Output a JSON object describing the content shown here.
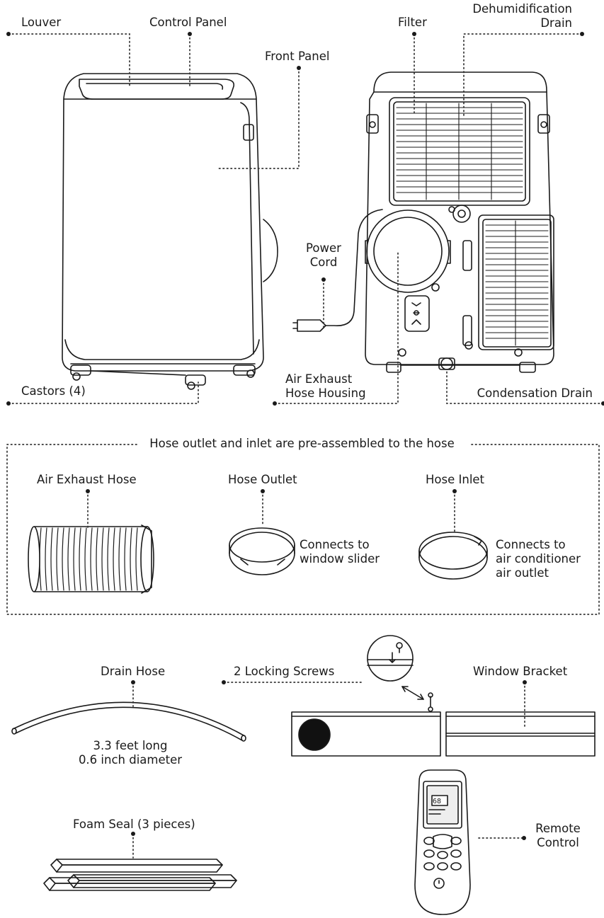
{
  "top_labels": {
    "louver": "Louver",
    "control_panel": "Control Panel",
    "front_panel": "Front Panel",
    "castors": "Castors (4)",
    "filter": "Filter",
    "dehumidification_drain": [
      "Dehumidification",
      "Drain"
    ],
    "power_cord": [
      "Power",
      "Cord"
    ],
    "air_exhaust_hose_housing": [
      "Air Exhaust",
      "Hose Housing"
    ],
    "condensation_drain": "Condensation Drain"
  },
  "hose_section": {
    "title": "Hose outlet and inlet are pre-assembled to the hose",
    "air_exhaust_hose": "Air Exhaust Hose",
    "hose_outlet": "Hose Outlet",
    "hose_outlet_desc": [
      "Connects to",
      "window slider"
    ],
    "hose_inlet": "Hose Inlet",
    "hose_inlet_desc": [
      "Connects to",
      "air conditioner",
      "air outlet"
    ]
  },
  "accessories": {
    "drain_hose": "Drain Hose",
    "drain_hose_spec": [
      "3.3 feet long",
      "0.6 inch diameter"
    ],
    "locking_screws": "2 Locking Screws",
    "window_bracket": "Window Bracket",
    "foam_seal": "Foam Seal (3 pieces)",
    "remote_control": [
      "Remote",
      "Control"
    ],
    "remote_display": "68"
  },
  "colors": {
    "line": "#1a1a1a",
    "leader": "#333333",
    "background": "#ffffff"
  }
}
